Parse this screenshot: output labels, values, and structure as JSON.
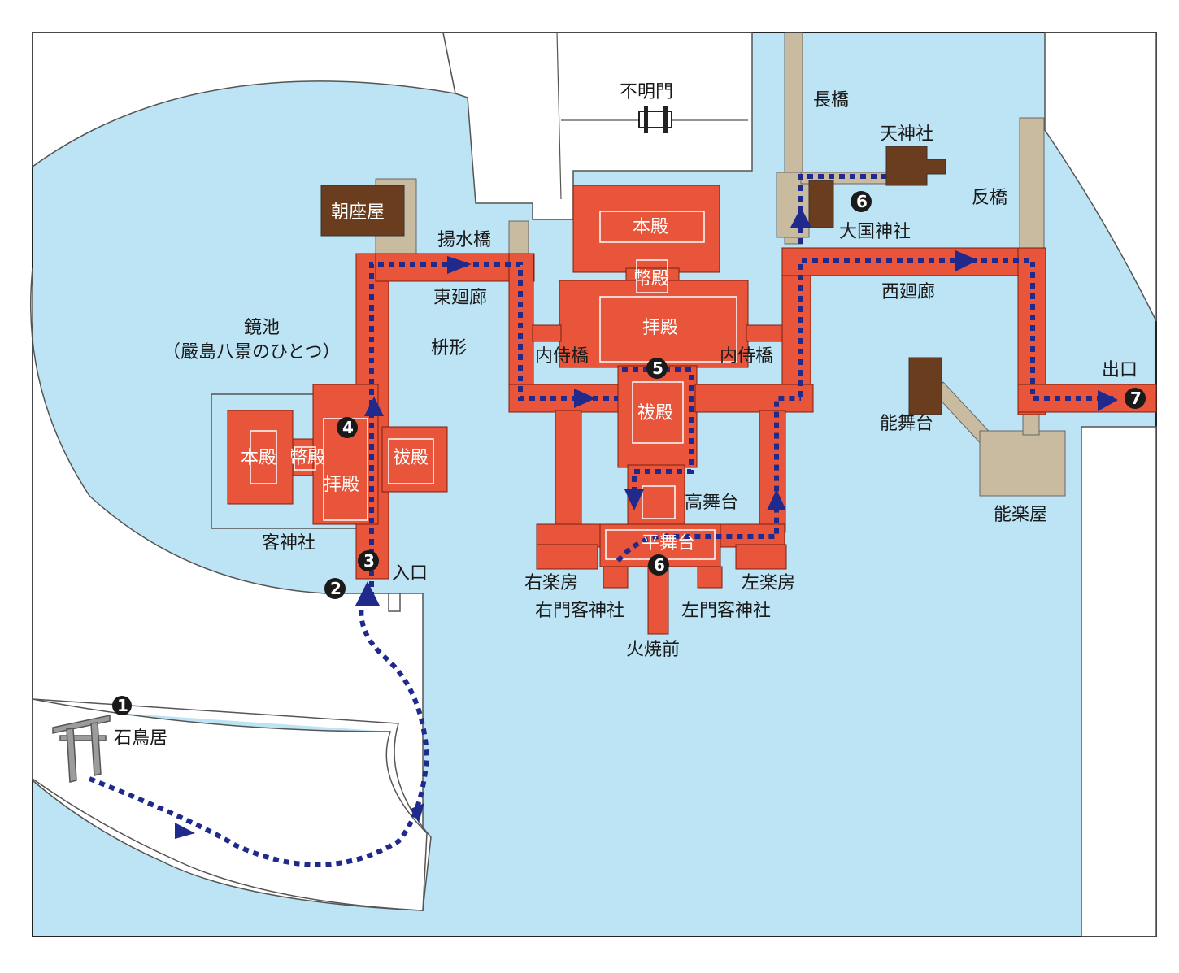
{
  "colors": {
    "water": "#bde4f5",
    "building": "#e8553a",
    "brown": "#6b3d1f",
    "bridge": "#c9bba0",
    "route": "#1f2a8c",
    "land": "#ffffff"
  },
  "labels": {
    "fumeimon": "不明門",
    "nagahashi": "長橋",
    "tenjinsha": "天神社",
    "sorihashi": "反橋",
    "daikoku": "大国神社",
    "asazaya": "朝座屋",
    "agemizu": "揚水橋",
    "higashi_kairo": "東廻廊",
    "nishi_kairo": "西廻廊",
    "kagami_ike": "鏡池",
    "kagami_ike_sub": "（嚴島八景のひとつ）",
    "masugata": "枡形",
    "naishi_l": "内侍橋",
    "naishi_r": "内侍橋",
    "honden_main": "本殿",
    "heiden_main": "幣殿",
    "haiden_main": "拝殿",
    "haraiden_main": "祓殿",
    "takabutai": "高舞台",
    "hirabutai": "平舞台",
    "ugakuya": "右楽房",
    "sagakuya": "左楽房",
    "umon": "右門客神社",
    "samon": "左門客神社",
    "hitakisaki": "火焼前",
    "honden_m": "本殿",
    "heiden_m": "幣殿",
    "haiden_m": "拝殿",
    "haraiden_m": "祓殿",
    "marodo": "客神社",
    "iriguchi": "入口",
    "deguchi": "出口",
    "nobutai": "能舞台",
    "gakuya": "能楽屋",
    "ishitorii": "石鳥居"
  },
  "stops": {
    "s1": "1",
    "s2": "2",
    "s3": "3",
    "s4": "4",
    "s5": "5",
    "s6a": "6",
    "s6b": "6",
    "s7": "7"
  }
}
